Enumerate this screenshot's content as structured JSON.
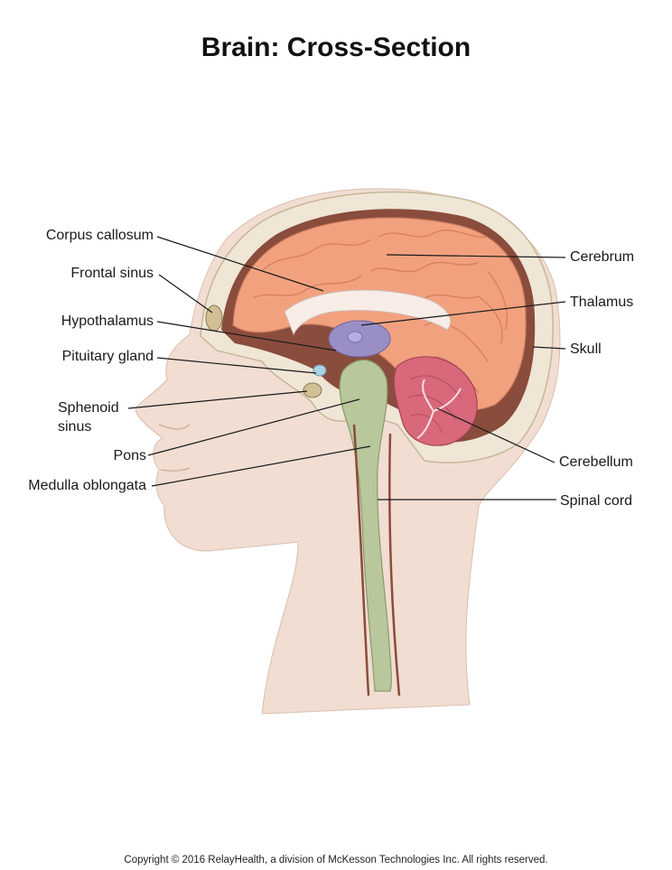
{
  "title": "Brain: Cross-Section",
  "labels": {
    "corpus_callosum": "Corpus callosum",
    "frontal_sinus": "Frontal sinus",
    "hypothalamus": "Hypothalamus",
    "pituitary_gland": "Pituitary gland",
    "sphenoid_sinus_1": "Sphenoid",
    "sphenoid_sinus_2": "sinus",
    "pons": "Pons",
    "medulla_oblongata": "Medulla oblongata",
    "cerebrum": "Cerebrum",
    "thalamus": "Thalamus",
    "skull": "Skull",
    "cerebellum": "Cerebellum",
    "spinal_cord": "Spinal cord"
  },
  "colors": {
    "skin": "#f1ddd2",
    "skull": "#efe6d6",
    "cerebrum": "#f2a17f",
    "cerebellum": "#d8687a",
    "brainstem": "#b9c79c",
    "thalamus": "#9a8fc4",
    "corpus_callosum": "#f7ece6",
    "cavity": "#8a4c3c"
  },
  "footer": "Copyright © 2016 RelayHealth, a division of McKesson Technologies Inc. All rights reserved."
}
